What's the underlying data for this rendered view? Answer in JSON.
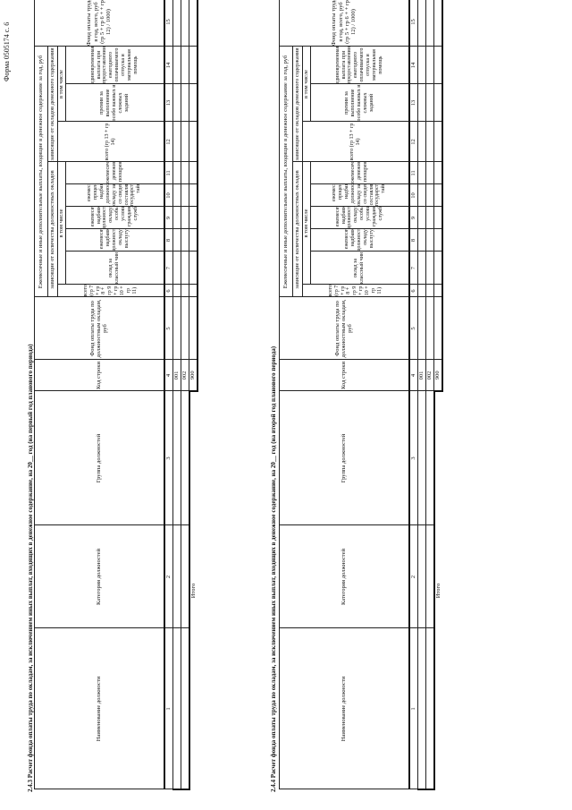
{
  "form_code": "Форма 0505174 с. 6",
  "sections": [
    {
      "title": "2.4.3 Расчет фонда оплаты труда по окладам, за исключением иных выплат, входящих в денежное содержание, на 20__ год (на первый год планового периода)"
    },
    {
      "title": "2.4.4 Расчет фонда оплаты труда по окладам, за исключением иных выплат, входящих в денежное содержание, на 20__ год (на второй год планового периода)"
    }
  ],
  "headers": {
    "col1": "Наименование должности",
    "col2": "Категория должностей",
    "col3": "Группа должностей",
    "col4": "Код строки",
    "col5": "Фонд оплаты труда по должностным окладам, руб",
    "group_top": "Ежемесячные и иные дополнительные выплаты, входящие в денежное содержание за год, руб",
    "group_a": "зависящие от количества должностных окладов",
    "group_b": "зависящие от окладов денежного содержания",
    "in_that": "в том числе",
    "col6": "всего (гр 7 + гр 8 + гр 9 + гр 10 + гр 11)",
    "col7": "оклад за классный чин",
    "col8": "ежемесячная надбавка к должностному окладу за выслугу лет",
    "col9": "ежемесячная надбавка к должностному окладу за особые условия гражданской службы",
    "col10": "ежемесячная процентная надбавка к должностному окладу за работу со сведениями, составляющими государственную тайну",
    "col11": "ежемесячное денежное поощрение",
    "col12": "всего (гр 13 + гр 14)",
    "col13": "премии за выполнение особо важных и сложных заданий",
    "col14": "единовременная выплата при предоставлении ежегодного оплачиваемого отпуска и материальная помощь",
    "col15": "Фонд оплаты труда в год, всего, руб (гр 5 + гр 6 + + гр 12) / 1000)"
  },
  "col_numbers": [
    "1",
    "2",
    "3",
    "4",
    "5",
    "6",
    "7",
    "8",
    "9",
    "10",
    "11",
    "12",
    "13",
    "14",
    "15"
  ],
  "rows": [
    {
      "code": "001"
    },
    {
      "code": "002"
    }
  ],
  "total": {
    "label": "Итого",
    "code": "900"
  }
}
